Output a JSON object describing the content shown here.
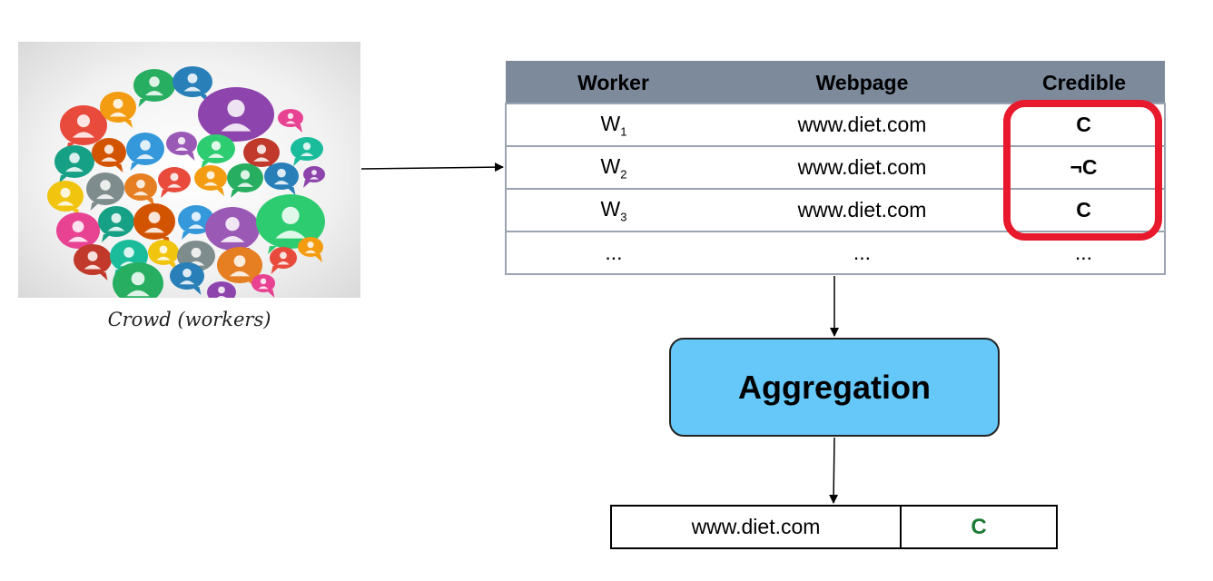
{
  "crowd": {
    "caption": "Crowd (workers)"
  },
  "table": {
    "headers": [
      "Worker",
      "Webpage",
      "Credible"
    ],
    "rows": [
      {
        "worker": "W",
        "sub": "1",
        "webpage": "www.diet.com",
        "credible": "C"
      },
      {
        "worker": "W",
        "sub": "2",
        "webpage": "www.diet.com",
        "credible": "¬C"
      },
      {
        "worker": "W",
        "sub": "3",
        "webpage": "www.diet.com",
        "credible": "C"
      },
      {
        "worker": "...",
        "sub": "",
        "webpage": "...",
        "credible": "..."
      }
    ]
  },
  "aggregation": {
    "label": "Aggregation"
  },
  "result": {
    "webpage": "www.diet.com",
    "credible": "C"
  },
  "colors": {
    "credible": "#1d7a35",
    "not_credible": "#e6202b",
    "highlight": "#e8192c",
    "aggregation_fill": "#66c8f8",
    "header_fill": "#7d8a9c"
  }
}
